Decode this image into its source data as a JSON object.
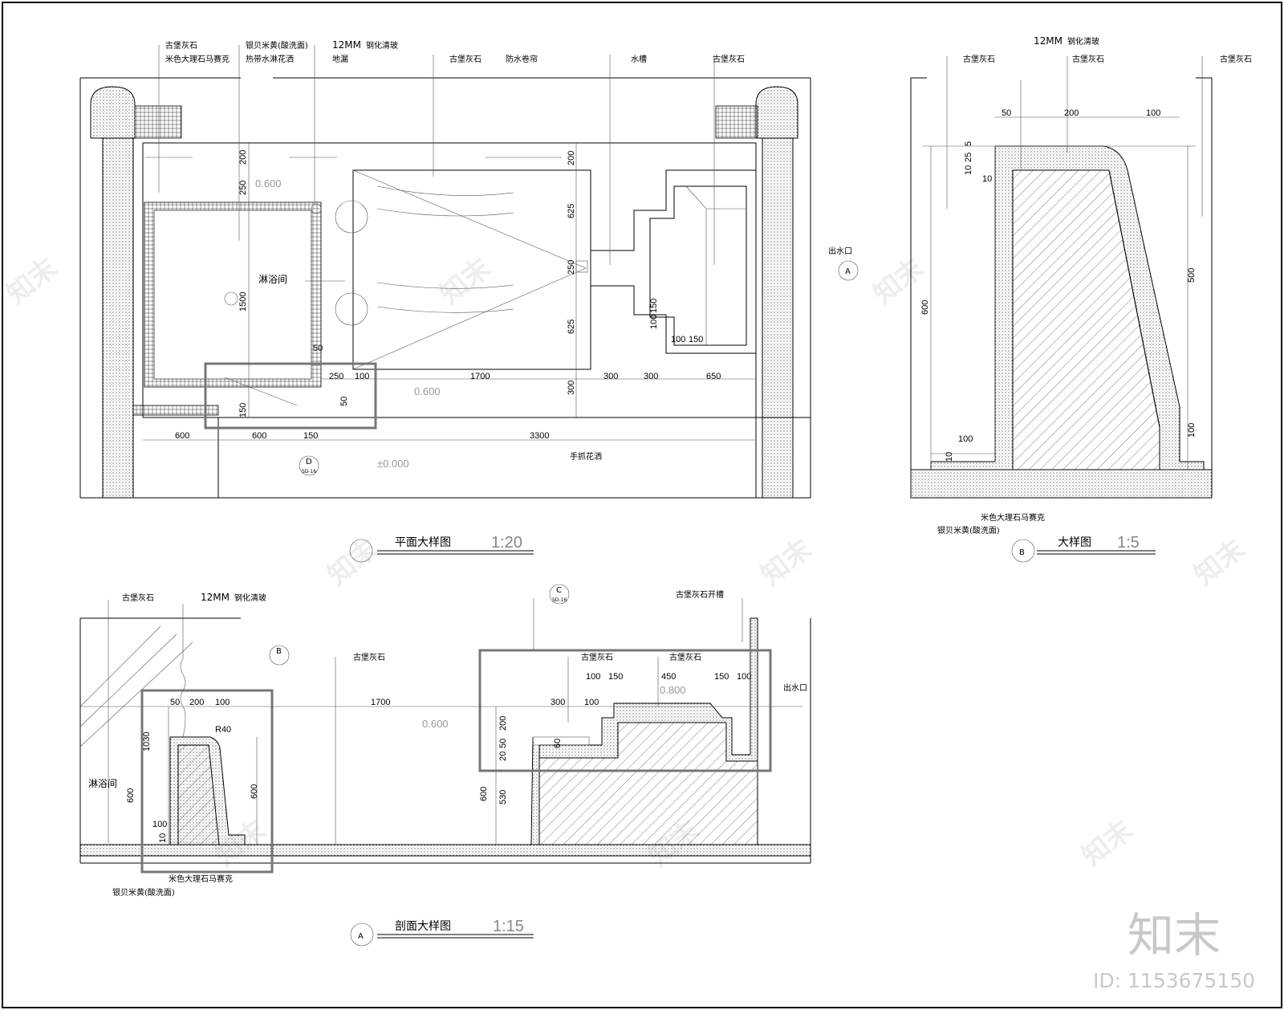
{
  "plan": {
    "title": "平面大样图",
    "scale": "1:20",
    "callouts": {
      "left1": "古堡灰石",
      "left2": "米色大理石马赛克",
      "mid1": "银贝米黄(酸洗面)",
      "mid2": "热带水淋花洒",
      "glass": "12MM",
      "glass_note": "钢化清玻",
      "drain": "地漏",
      "stone_top": "古堡灰石",
      "curtain": "防水卷帘",
      "trough": "水槽",
      "stone_right": "古堡灰石",
      "outlet": "出水口",
      "handheld": "手抓花洒"
    },
    "room_label": "淋浴间",
    "levels": [
      "0.600",
      "0.600",
      "±0.000"
    ],
    "marker_A": "A",
    "marker_D": "D",
    "marker_D_sub": "SD-16",
    "dims": {
      "d200a": "200",
      "d250a": "250",
      "d1500": "1500",
      "d50a": "50",
      "d150a": "150",
      "d250b": "250",
      "d100a": "100",
      "d50b": "50",
      "d1700": "1700",
      "d200b": "200",
      "d625a": "625",
      "d250c": "250",
      "d625b": "625",
      "d300a": "300",
      "d300b": "300",
      "d300c": "300",
      "d650": "650",
      "d150b": "150",
      "d100b": "100",
      "d100c": "100",
      "d150c": "150",
      "b600a": "600",
      "b600b": "600",
      "b150": "150",
      "b3300": "3300"
    }
  },
  "detailB": {
    "title": "大样图",
    "scale": "1:5",
    "marker": "B",
    "callouts": {
      "stone_l": "古堡灰石",
      "glass": "12MM",
      "glass_note": "钢化清玻",
      "stone_m": "古堡灰石",
      "stone_r": "古堡灰石",
      "mosaic": "米色大理石马赛克",
      "marble": "银贝米黄(酸洗面)"
    },
    "dims": {
      "d50": "50",
      "d200": "200",
      "d100": "100",
      "d10a": "10",
      "d25": "25",
      "d5": "5",
      "d10b": "10",
      "d600": "600",
      "d500": "500",
      "d100b": "100",
      "d100c": "100",
      "d10c": "10"
    }
  },
  "section": {
    "title": "剖面大样图",
    "scale": "1:15",
    "marker": "A",
    "callouts": {
      "stone_l": "古堡灰石",
      "glass": "12MM",
      "glass_note": "钢化清玻",
      "stone_mid": "古堡灰石",
      "stone_slot": "古堡灰石开槽",
      "stone_a": "古堡灰石",
      "stone_b": "古堡灰石",
      "outlet": "出水口",
      "mosaic": "米色大理石马赛克",
      "marble": "银贝米黄(酸洗面)"
    },
    "room_label": "淋浴间",
    "marker_B": "B",
    "marker_C": "C",
    "marker_C_sub": "SD-16",
    "level_a": "0.600",
    "level_b": "0.800",
    "dims": {
      "d50": "50",
      "d200": "200",
      "d100a": "100",
      "r40": "R40",
      "d1030": "1030",
      "d600a": "600",
      "d600b": "600",
      "d100b": "100",
      "d10": "10",
      "d1700": "1700",
      "d300": "300",
      "d100c": "100",
      "d200v": "200",
      "d20": "20",
      "d50v": "50",
      "d60": "60",
      "d600c": "600",
      "d530": "530",
      "t100a": "100",
      "t150a": "150",
      "t450": "450",
      "t150b": "150",
      "t100b": "100"
    }
  },
  "brand": {
    "logo_text": "知末",
    "id_text": "ID: 1153675150"
  }
}
